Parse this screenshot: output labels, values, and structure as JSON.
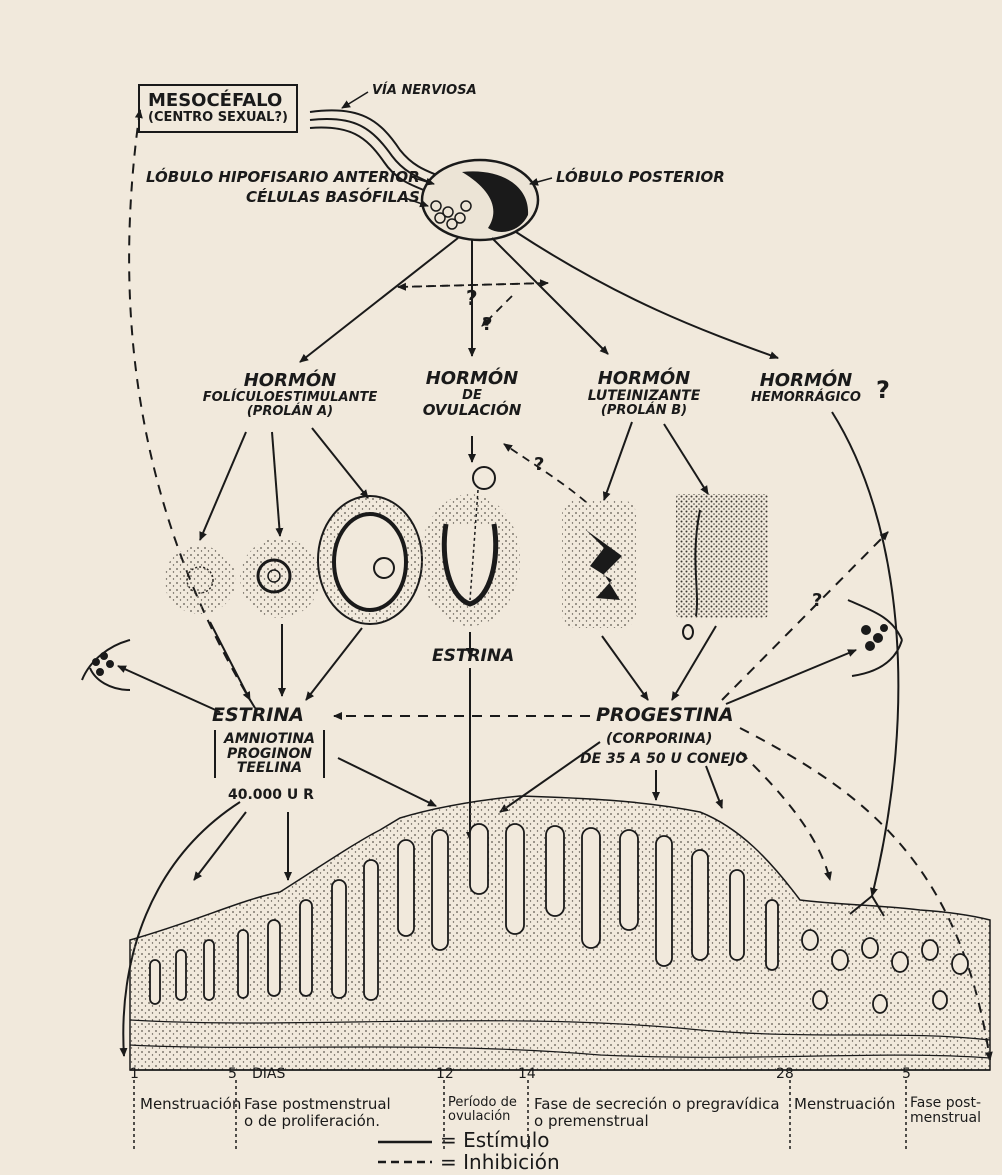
{
  "mesencephalon": {
    "line1": "MESOCÉFALO",
    "line2": "(CENTRO SEXUAL?)"
  },
  "pituitary": {
    "nerve_path": "VÍA NERVIOSA",
    "anterior_lobe": "LÓBULO HIPOFISARIO ANTERIOR",
    "basophil_cells": "CÉLULAS BASÓFILAS",
    "posterior_lobe": "LÓBULO POSTERIOR"
  },
  "hormones": {
    "fsh": {
      "title": "HORMÓN",
      "line1": "FOLÍCULOESTIMULANTE",
      "line2": "(PROLÁN A)"
    },
    "ovulation": {
      "title": "HORMÓN",
      "line1": "DE",
      "line2": "OVULACIÓN"
    },
    "lh": {
      "title": "HORMÓN",
      "line1": "LUTEINIZANTE",
      "line2": "(PROLÁN B)"
    },
    "hemorrhagic": {
      "title": "HORMÓN",
      "line1": "HEMORRÁGICO",
      "mark": "?"
    }
  },
  "question_mark": "?",
  "estrina_center": "ESTRINA",
  "estrina": {
    "title": "ESTRINA",
    "syn1": "AMNIOTINA",
    "syn2": "PROGINON",
    "syn3": "TEELINA",
    "units": "40.000 U R"
  },
  "progestina": {
    "title": "PROGESTINA",
    "syn1": "(CORPORINA)",
    "units": "DE 35 A 50 U CONEJO"
  },
  "timeline": {
    "days_label": "DIAS",
    "ticks": [
      "1",
      "5",
      "12",
      "14",
      "28",
      "5"
    ],
    "phases": [
      {
        "line1": "Menstruación",
        "line2": ""
      },
      {
        "line1": "Fase postmenstrual",
        "line2": "o de proliferación."
      },
      {
        "line1": "Período de",
        "line2": "ovulación"
      },
      {
        "line1": "Fase de secreción o pregravídica",
        "line2": "o premenstrual"
      },
      {
        "line1": "Menstruación",
        "line2": ""
      },
      {
        "line1": "Fase post-",
        "line2": "menstrual"
      }
    ]
  },
  "legend": {
    "solid": "= Estímulo",
    "dashed": "= Inhibición"
  },
  "colors": {
    "ink": "#1a1a1a",
    "paper": "#f1e9dc",
    "stipple": "#6b655d"
  }
}
